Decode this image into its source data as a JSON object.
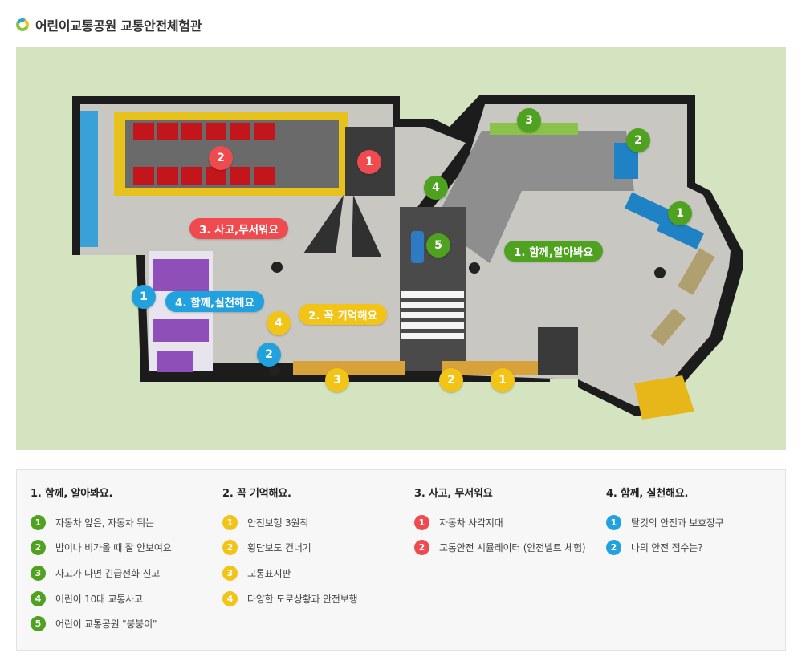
{
  "header": {
    "title": "어린이교통공원 교통안전체험관"
  },
  "map": {
    "zones": [
      {
        "label": "1. 함께,알아봐요",
        "color": "#4ea21f"
      },
      {
        "label": "2. 꼭 기억해요",
        "color": "#f2c418"
      },
      {
        "label": "3. 사고,무서워요",
        "color": "#ef4b4f"
      },
      {
        "label": "4. 함께,실천해요",
        "color": "#22a1df"
      }
    ],
    "markers": {
      "g3": "3",
      "g2": "2",
      "g1": "1",
      "g4": "4",
      "g5": "5",
      "r1": "1",
      "r2": "2",
      "y4": "4",
      "y3": "3",
      "y2": "2",
      "y1": "1",
      "b1": "1",
      "b2": "2"
    }
  },
  "legend": {
    "col1": {
      "heading": "1. 함께, 알아봐요.",
      "color": "#4ea21f",
      "items": [
        {
          "num": "1",
          "text": "자동차 앞은, 자동차 뒤는"
        },
        {
          "num": "2",
          "text": "밤이나 비가올 때 잘 안보여요"
        },
        {
          "num": "3",
          "text": "사고가 나면 긴급전화 신고"
        },
        {
          "num": "4",
          "text": "어린이 10대 교통사고"
        },
        {
          "num": "5",
          "text": "어린이 교통공원 \"붕붕이\""
        }
      ]
    },
    "col2": {
      "heading": "2. 꼭 기억해요.",
      "color": "#f2c418",
      "items": [
        {
          "num": "1",
          "text": "안전보행 3원칙"
        },
        {
          "num": "2",
          "text": "횡단보도 건너기"
        },
        {
          "num": "3",
          "text": "교통표지판"
        },
        {
          "num": "4",
          "text": "다양한 도로상황과 안전보행"
        }
      ]
    },
    "col3": {
      "heading": "3. 사고, 무서워요",
      "color": "#ef4b4f",
      "items": [
        {
          "num": "1",
          "text": "자동차 사각지대"
        },
        {
          "num": "2",
          "text": "교통안전 시뮬레이터 (안전벨트 체험)"
        }
      ]
    },
    "col4": {
      "heading": "4. 함께, 실천해요.",
      "color": "#22a1df",
      "items": [
        {
          "num": "1",
          "text": "탈것의 안전과 보호장구"
        },
        {
          "num": "2",
          "text": "나의 안전 점수는?"
        }
      ]
    }
  }
}
